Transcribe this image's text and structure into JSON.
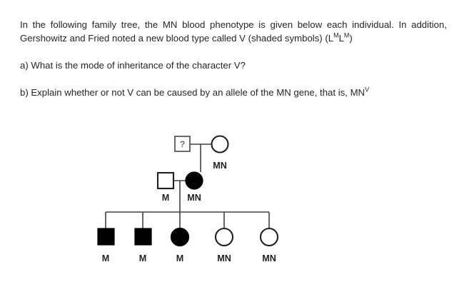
{
  "question": {
    "intro_part1": "In the following family tree, the MN blood phenotype is given below each individual. In addition, Gershowitz and Fried noted a new blood type called V (shaded symbols) (L",
    "intro_sup1": "M",
    "intro_mid": "L",
    "intro_sup2": "M",
    "intro_end": ")",
    "item_a": "a) What is the mode of inheritance of the character V?",
    "item_b_text": "b) Explain whether or not V can be caused by an allele of the MN gene, that is, MN",
    "item_b_sup": "V"
  },
  "pedigree": {
    "unknown_marker": "?",
    "generation1": [
      {
        "id": "I-1",
        "symbol": "square",
        "fill": "open",
        "marker": "?",
        "label": ""
      },
      {
        "id": "I-2",
        "symbol": "circle",
        "fill": "open",
        "label": "MN"
      }
    ],
    "generation2": [
      {
        "id": "II-1",
        "symbol": "square",
        "fill": "open",
        "label": "M"
      },
      {
        "id": "II-2",
        "symbol": "circle",
        "fill": "filled",
        "label": "MN"
      }
    ],
    "generation3": [
      {
        "id": "III-1",
        "symbol": "square",
        "fill": "filled",
        "label": "M"
      },
      {
        "id": "III-2",
        "symbol": "square",
        "fill": "filled",
        "label": "M"
      },
      {
        "id": "III-3",
        "symbol": "circle",
        "fill": "filled",
        "label": "M"
      },
      {
        "id": "III-4",
        "symbol": "circle",
        "fill": "open",
        "label": "MN"
      },
      {
        "id": "III-5",
        "symbol": "circle",
        "fill": "open",
        "label": "MN"
      }
    ],
    "colors": {
      "line": "#414042",
      "symbol_outline": "#231f20",
      "symbol_fill": "#010101",
      "text": "#231f20"
    }
  }
}
